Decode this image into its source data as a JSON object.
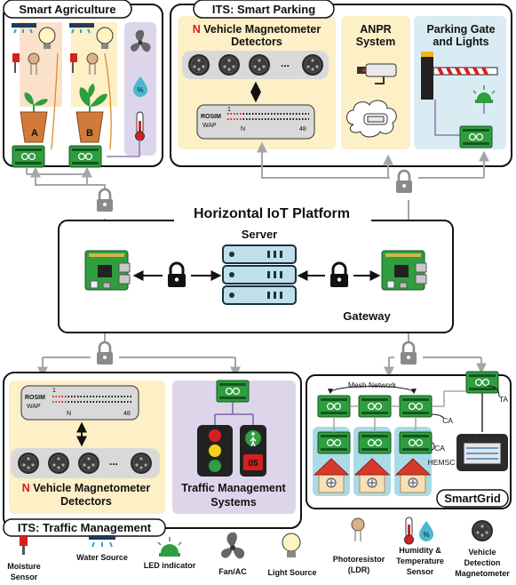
{
  "panels": {
    "smart_agriculture": {
      "title": "Smart Agriculture",
      "pot_a": "A",
      "pot_b": "B"
    },
    "smart_parking": {
      "title": "ITS: Smart Parking",
      "detectors_prefix": "N",
      "detectors_line1": " Vehicle Magnetometer",
      "detectors_line2": "Detectors",
      "anpr_line1": "ANPR",
      "anpr_line2": "System",
      "gate_line1": "Parking Gate",
      "gate_line2": "and Lights"
    },
    "platform": {
      "title": "Horizontal IoT Platform",
      "server": "Server",
      "gateway": "Gateway"
    },
    "traffic": {
      "title": "ITS: Traffic Management",
      "detectors_prefix": "N",
      "detectors_line1": " Vehicle Magnetometer",
      "detectors_line2": "Detectors",
      "systems_line1": "Traffic Management",
      "systems_line2": "Systems",
      "signal_text": "05"
    },
    "smartgrid": {
      "title": "SmartGrid",
      "mesh": "Mesh Network",
      "ca1": "CA",
      "ca2": "CA",
      "ta": "TA",
      "hemsc": "HEMSC"
    }
  },
  "rosim": {
    "label": "ROSIM",
    "wap": "WAP",
    "start": "1",
    "end": "48",
    "n": "N",
    "dots": "..."
  },
  "legend": {
    "moisture_line1": "Moisture",
    "moisture_line2": "Sensor",
    "water": "Water Source",
    "led": "LED indicator",
    "fan": "Fan/AC",
    "light": "Light Source",
    "ldr_line1": "Photoresistor",
    "ldr_line2": "(LDR)",
    "humidity_line1": "Humidity &",
    "humidity_line2": "Temperature",
    "humidity_line3": "Sensor",
    "humidity_symbol": "%",
    "magneto_line1": "Vehicle",
    "magneto_line2": "Detection",
    "magneto_line3": "Magnetometer"
  },
  "colors": {
    "agri_peach": "#fbe1c9",
    "agri_yellow": "#fdefc6",
    "agri_lavender": "#ddd6ea",
    "parking_yellow": "#fdefc6",
    "parking_blue": "#d9ecf3",
    "grid_blue": "#a9dbe7",
    "board_green": "#2e9e3e",
    "link_gray": "#a6a6a6",
    "accent_red": "#d62020"
  }
}
